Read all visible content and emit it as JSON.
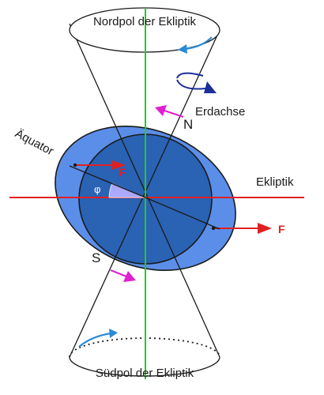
{
  "labels": {
    "north_pole": "Nordpol der Ekliptik",
    "south_pole": "Südpol der Ekliptik",
    "axis": "Erdachse",
    "north": "N",
    "south": "S",
    "equator": "Äquator",
    "ecliptic": "Ekliptik",
    "phi": "φ",
    "force_top": "F",
    "force_right": "F"
  },
  "colors": {
    "earth_outer": "#5b8ee8",
    "earth_inner": "#2a62b4",
    "outline": "#1a1a1a",
    "ecliptic_line": "#e02020",
    "ecliptic_axis": "#22cc22",
    "force_arrow": "#e02020",
    "precession_arrow": "#e020d0",
    "pole_arrow": "#2a8ad8",
    "rotation_arrow": "#1c2f9a",
    "angle_wedge": "#aaa8ff"
  },
  "icons": {
    "force": "arrow-right-icon",
    "precession": "arrow-icon",
    "rotation": "rotation-arrow-icon"
  }
}
